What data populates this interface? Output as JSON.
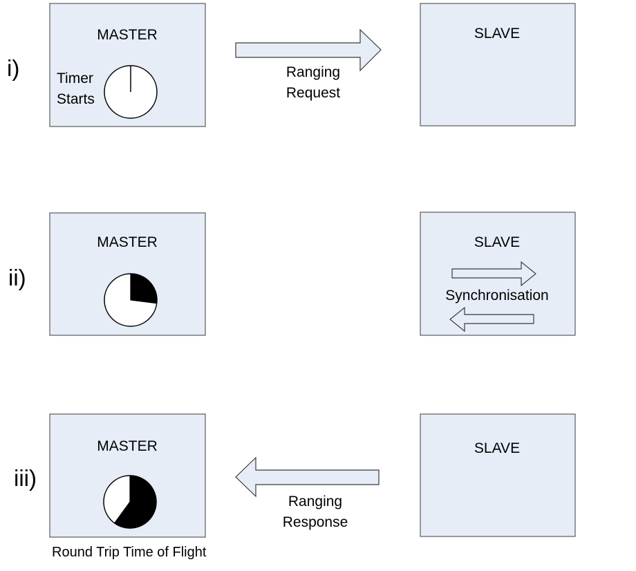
{
  "colors": {
    "box_fill": "#e7edf7",
    "box_stroke": "#5a5a5a",
    "arrow_fill": "#e7edf7",
    "arrow_stroke": "#3a3a3a",
    "clock_fill": "#ffffff",
    "clock_elapsed": "#000000"
  },
  "stages": [
    {
      "marker": "i)",
      "master": {
        "title": "MASTER",
        "note": "Timer Starts",
        "elapsed_fraction": 0.0
      },
      "slave": {
        "title": "SLAVE"
      },
      "message": {
        "label": "Ranging Request",
        "direction": "master-to-slave"
      }
    },
    {
      "marker": "ii)",
      "master": {
        "title": "MASTER",
        "elapsed_fraction": 0.27
      },
      "slave": {
        "title": "SLAVE",
        "activity": "Synchronisation"
      }
    },
    {
      "marker": "iii)",
      "master": {
        "title": "MASTER",
        "elapsed_fraction": 0.6
      },
      "slave": {
        "title": "SLAVE"
      },
      "message": {
        "label": "Ranging Response",
        "direction": "slave-to-master"
      }
    }
  ],
  "caption": "Round Trip Time of Flight"
}
